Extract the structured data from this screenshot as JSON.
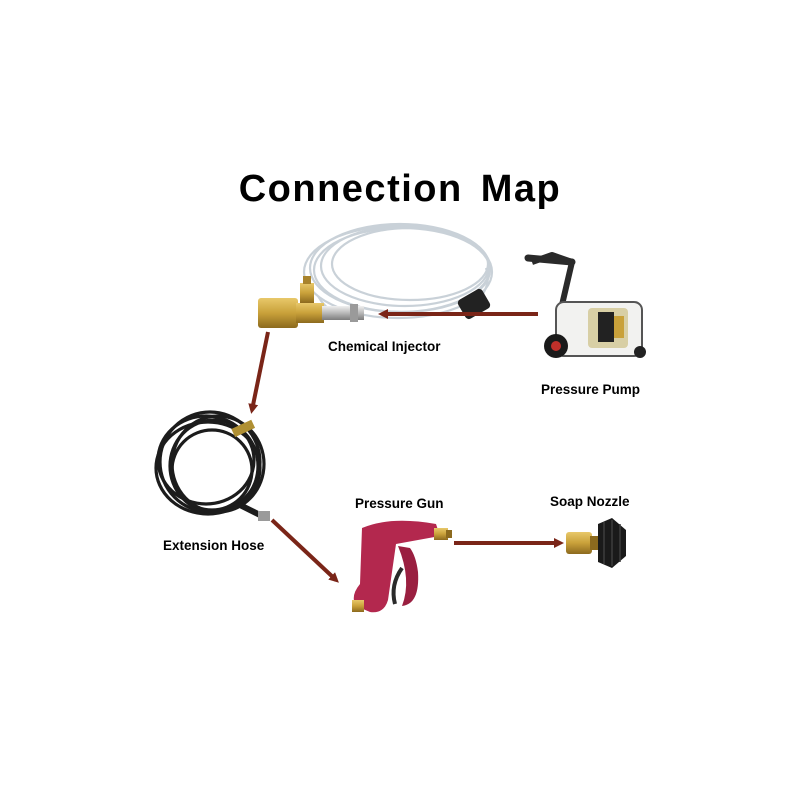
{
  "title": "Connection Map",
  "components": {
    "chemical_injector": "Chemical Injector",
    "pressure_pump": "Pressure Pump",
    "extension_hose": "Extension Hose",
    "pressure_gun": "Pressure Gun",
    "soap_nozzle": "Soap Nozzle"
  },
  "colors": {
    "arrow": "#7a2518",
    "gun_body": "#b3284e",
    "brass": "#c9a13a",
    "hose": "#1c1c1c",
    "tube": "#d7dde2"
  }
}
